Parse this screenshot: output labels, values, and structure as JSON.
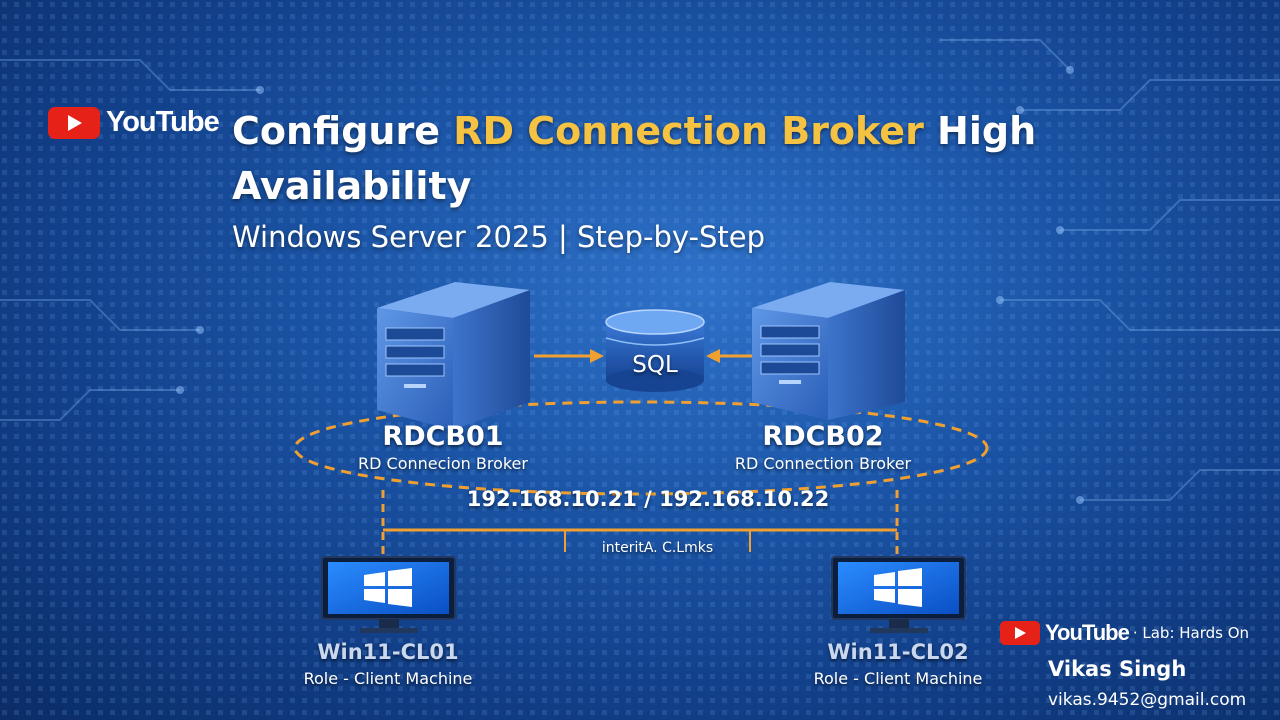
{
  "branding": {
    "youtube_word": "YouTube",
    "footer_youtube_word": "YouTube",
    "footer_tagline": "· Lab: Hards On",
    "author_name": "Vikas Singh",
    "author_email": "vikas.9452@gmail.com"
  },
  "heading": {
    "title_part1": "Configure ",
    "title_highlight": "RD Connection Broker",
    "title_part2": " High Availability",
    "subtitle": "Windows Server 2025 | Step-by-Step"
  },
  "diagram": {
    "database_label": "SQL",
    "servers": [
      {
        "name": "RDCB01",
        "role": "RD Connecion Broker"
      },
      {
        "name": "RDCB02",
        "role": "RD Connection Broker"
      }
    ],
    "ip_addresses": "192.168.10.21 / 192.168.10.22",
    "link_label": "interitA. C.Lmks",
    "clients": [
      {
        "name": "Win11-CL01",
        "role": "Role - Client Machine"
      },
      {
        "name": "Win11-CL02",
        "role": "Role - Client Machine"
      }
    ]
  },
  "colors": {
    "accent_yellow": "#f5c242",
    "connector_orange": "#f0a030",
    "youtube_red": "#e62117",
    "background_blue": "#1c56a8"
  },
  "icons": [
    "youtube-logo-icon",
    "server-icon",
    "database-icon",
    "monitor-icon",
    "windows-logo-icon",
    "arrow-right-icon",
    "arrow-left-icon"
  ]
}
